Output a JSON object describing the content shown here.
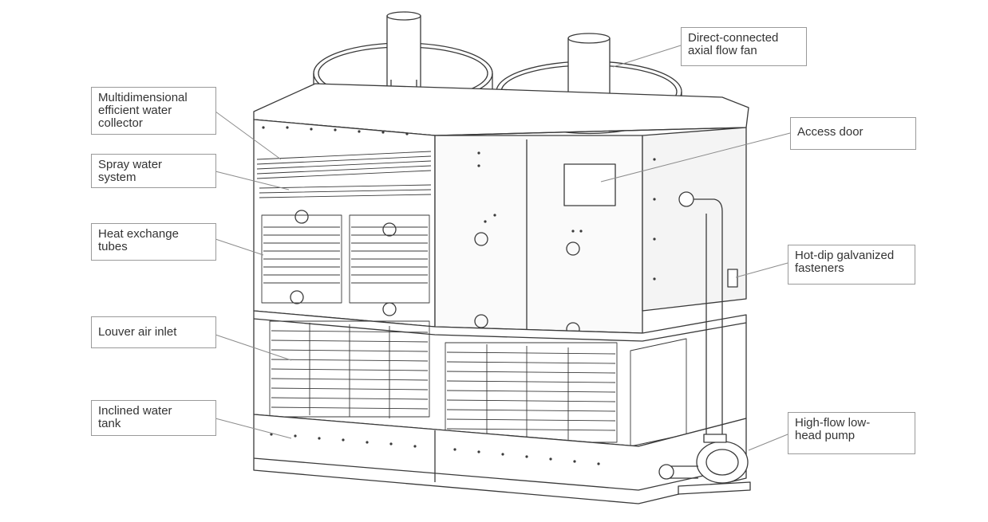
{
  "colors": {
    "line": "#3a3a3a",
    "leader": "#8c8c8c",
    "box_border": "#9a9a9a",
    "text": "#333333",
    "panel_fill": "#f6f6f6"
  },
  "labels": [
    {
      "id": "water-collector",
      "text": "Multidimensional\nefficient water\ncollector"
    },
    {
      "id": "spray-system",
      "text": "Spray water\nsystem"
    },
    {
      "id": "heat-tubes",
      "text": "Heat exchange\ntubes"
    },
    {
      "id": "louver-inlet",
      "text": "Louver air inlet"
    },
    {
      "id": "water-tank",
      "text": "Inclined water\ntank"
    },
    {
      "id": "axial-fan",
      "text": "Direct-connected\naxial flow fan"
    },
    {
      "id": "access-door",
      "text": "Access door"
    },
    {
      "id": "fasteners",
      "text": "Hot-dip galvanized\nfasteners"
    },
    {
      "id": "pump",
      "text": "High-flow low-\nhead pump"
    }
  ]
}
